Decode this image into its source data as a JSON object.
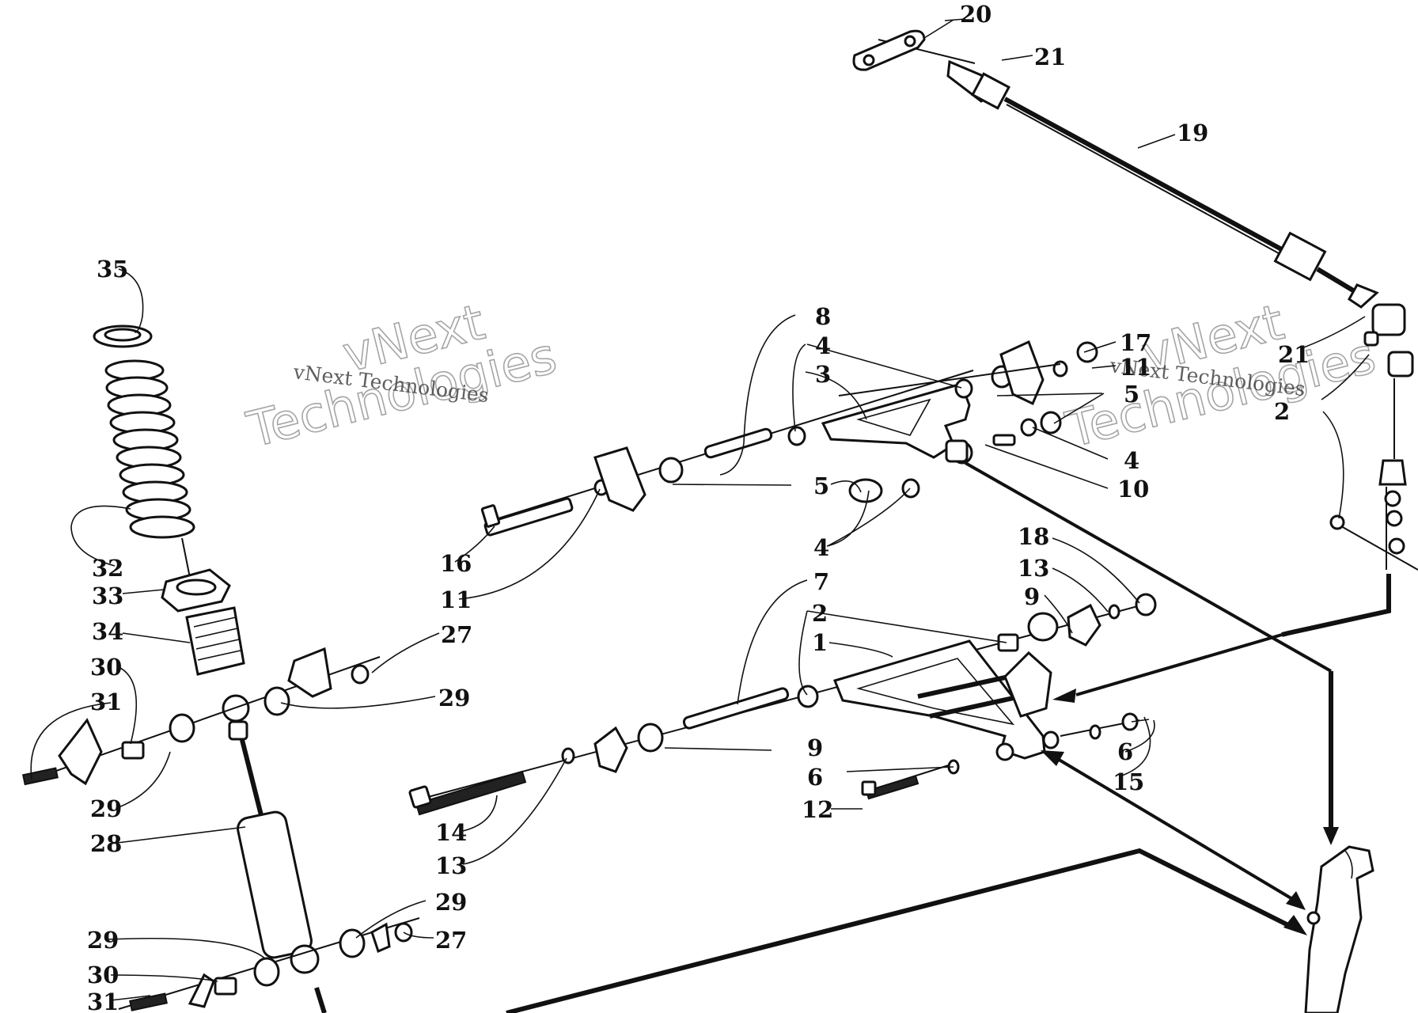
{
  "callouts": {
    "c20": "20",
    "c21a": "21",
    "c19": "19",
    "c21b": "21",
    "c2a": "2",
    "c35": "35",
    "c8": "8",
    "c4a": "4",
    "c3": "3",
    "c17": "17",
    "c11a": "11",
    "c5a": "5",
    "c4b": "4",
    "c10": "10",
    "c5b": "5",
    "c4c": "4",
    "c16": "16",
    "c11b": "11",
    "c32": "32",
    "c33": "33",
    "c34": "34",
    "c30a": "30",
    "c31a": "31",
    "c27a": "27",
    "c29a": "29",
    "c29b": "29",
    "c28": "28",
    "c7": "7",
    "c18": "18",
    "c13a": "13",
    "c9a": "9",
    "c2b": "2",
    "c1": "1",
    "c9b": "9",
    "c6a": "6",
    "c6b": "6",
    "c15": "15",
    "c12": "12",
    "c14": "14",
    "c13b": "13",
    "c29c": "29",
    "c27b": "27",
    "c29d": "29",
    "c30b": "30",
    "c31b": "31"
  },
  "watermarks": {
    "w1_line1": "vNext",
    "w1_line2": "Technologies",
    "w1_small": "vNext Technologies",
    "w2_line1": "vNext",
    "w2_line2": "Technologies",
    "w2_small": "vNext Technologies"
  }
}
